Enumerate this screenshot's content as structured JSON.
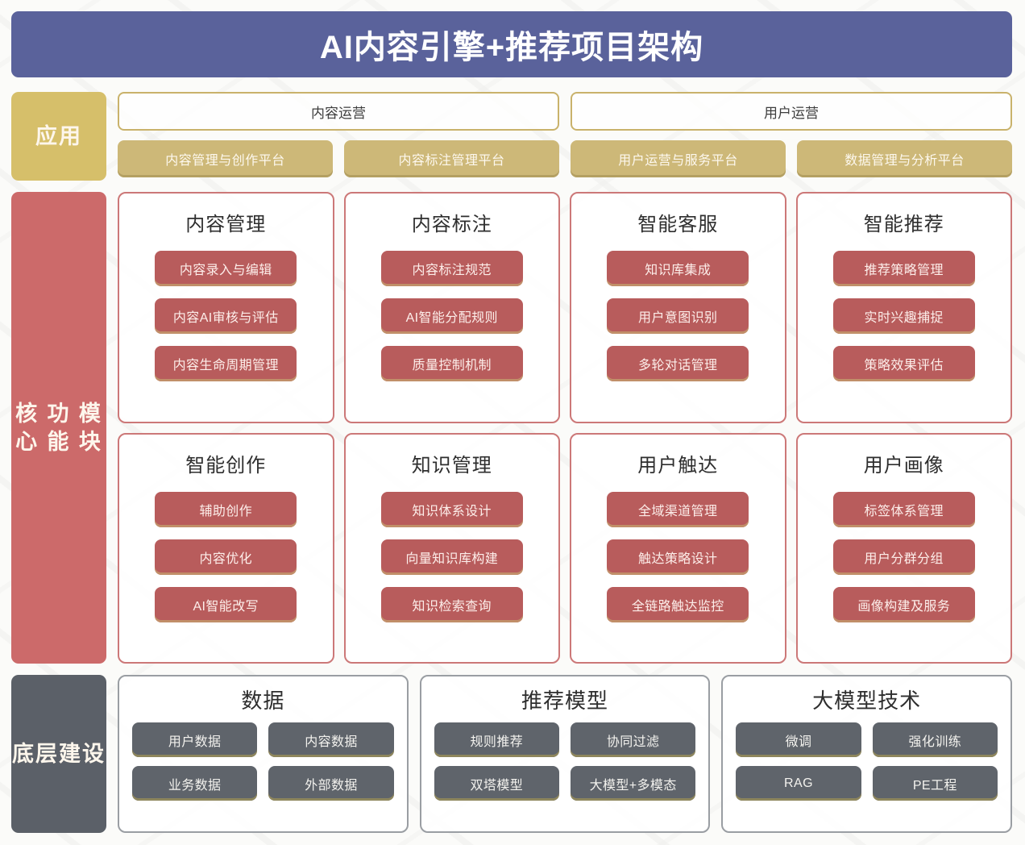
{
  "title": "AI内容引擎+推荐项目架构",
  "bands": {
    "application": {
      "label": "应用",
      "groups": [
        {
          "label": "内容运营"
        },
        {
          "label": "用户运营"
        }
      ],
      "platforms": [
        {
          "label": "内容管理与创作平台"
        },
        {
          "label": "内容标注管理平台"
        },
        {
          "label": "用户运营与服务平台"
        },
        {
          "label": "数据管理与分析平台"
        }
      ]
    },
    "core": {
      "label": "核心\n功能\n模块",
      "label_lines": [
        "核心",
        "功能",
        "模块"
      ],
      "modules": [
        {
          "title": "内容管理",
          "items": [
            "内容录入与编辑",
            "内容AI审核与评估",
            "内容生命周期管理"
          ]
        },
        {
          "title": "内容标注",
          "items": [
            "内容标注规范",
            "AI智能分配规则",
            "质量控制机制"
          ]
        },
        {
          "title": "智能客服",
          "items": [
            "知识库集成",
            "用户意图识别",
            "多轮对话管理"
          ]
        },
        {
          "title": "智能推荐",
          "items": [
            "推荐策略管理",
            "实时兴趣捕捉",
            "策略效果评估"
          ]
        },
        {
          "title": "智能创作",
          "items": [
            "辅助创作",
            "内容优化",
            "AI智能改写"
          ]
        },
        {
          "title": "知识管理",
          "items": [
            "知识体系设计",
            "向量知识库构建",
            "知识检索查询"
          ]
        },
        {
          "title": "用户触达",
          "items": [
            "全域渠道管理",
            "触达策略设计",
            "全链路触达监控"
          ]
        },
        {
          "title": "用户画像",
          "items": [
            "标签体系管理",
            "用户分群分组",
            "画像构建及服务"
          ]
        }
      ]
    },
    "infrastructure": {
      "label": "底层\n建设",
      "label_lines": [
        "底层",
        "建设"
      ],
      "cards": [
        {
          "title": "数据",
          "items": [
            "用户数据",
            "内容数据",
            "业务数据",
            "外部数据"
          ]
        },
        {
          "title": "推荐模型",
          "items": [
            "规则推荐",
            "协同过滤",
            "双塔模型",
            "大模型+多模态"
          ]
        },
        {
          "title": "大模型技术",
          "items": [
            "微调",
            "强化训练",
            "RAG",
            "PE工程"
          ]
        }
      ]
    }
  },
  "colors": {
    "title_bar": "#5a629b",
    "application_accent": "#d6bf6a",
    "application_platform": "#cdb878",
    "core_accent": "#cc6a6a",
    "core_card_border": "#cc7878",
    "core_pill": "#b85c5c",
    "infra_accent": "#5b6068",
    "infra_card_border": "#9a9ea3",
    "infra_pill": "#5f646b",
    "background": "#fbfbf9"
  }
}
